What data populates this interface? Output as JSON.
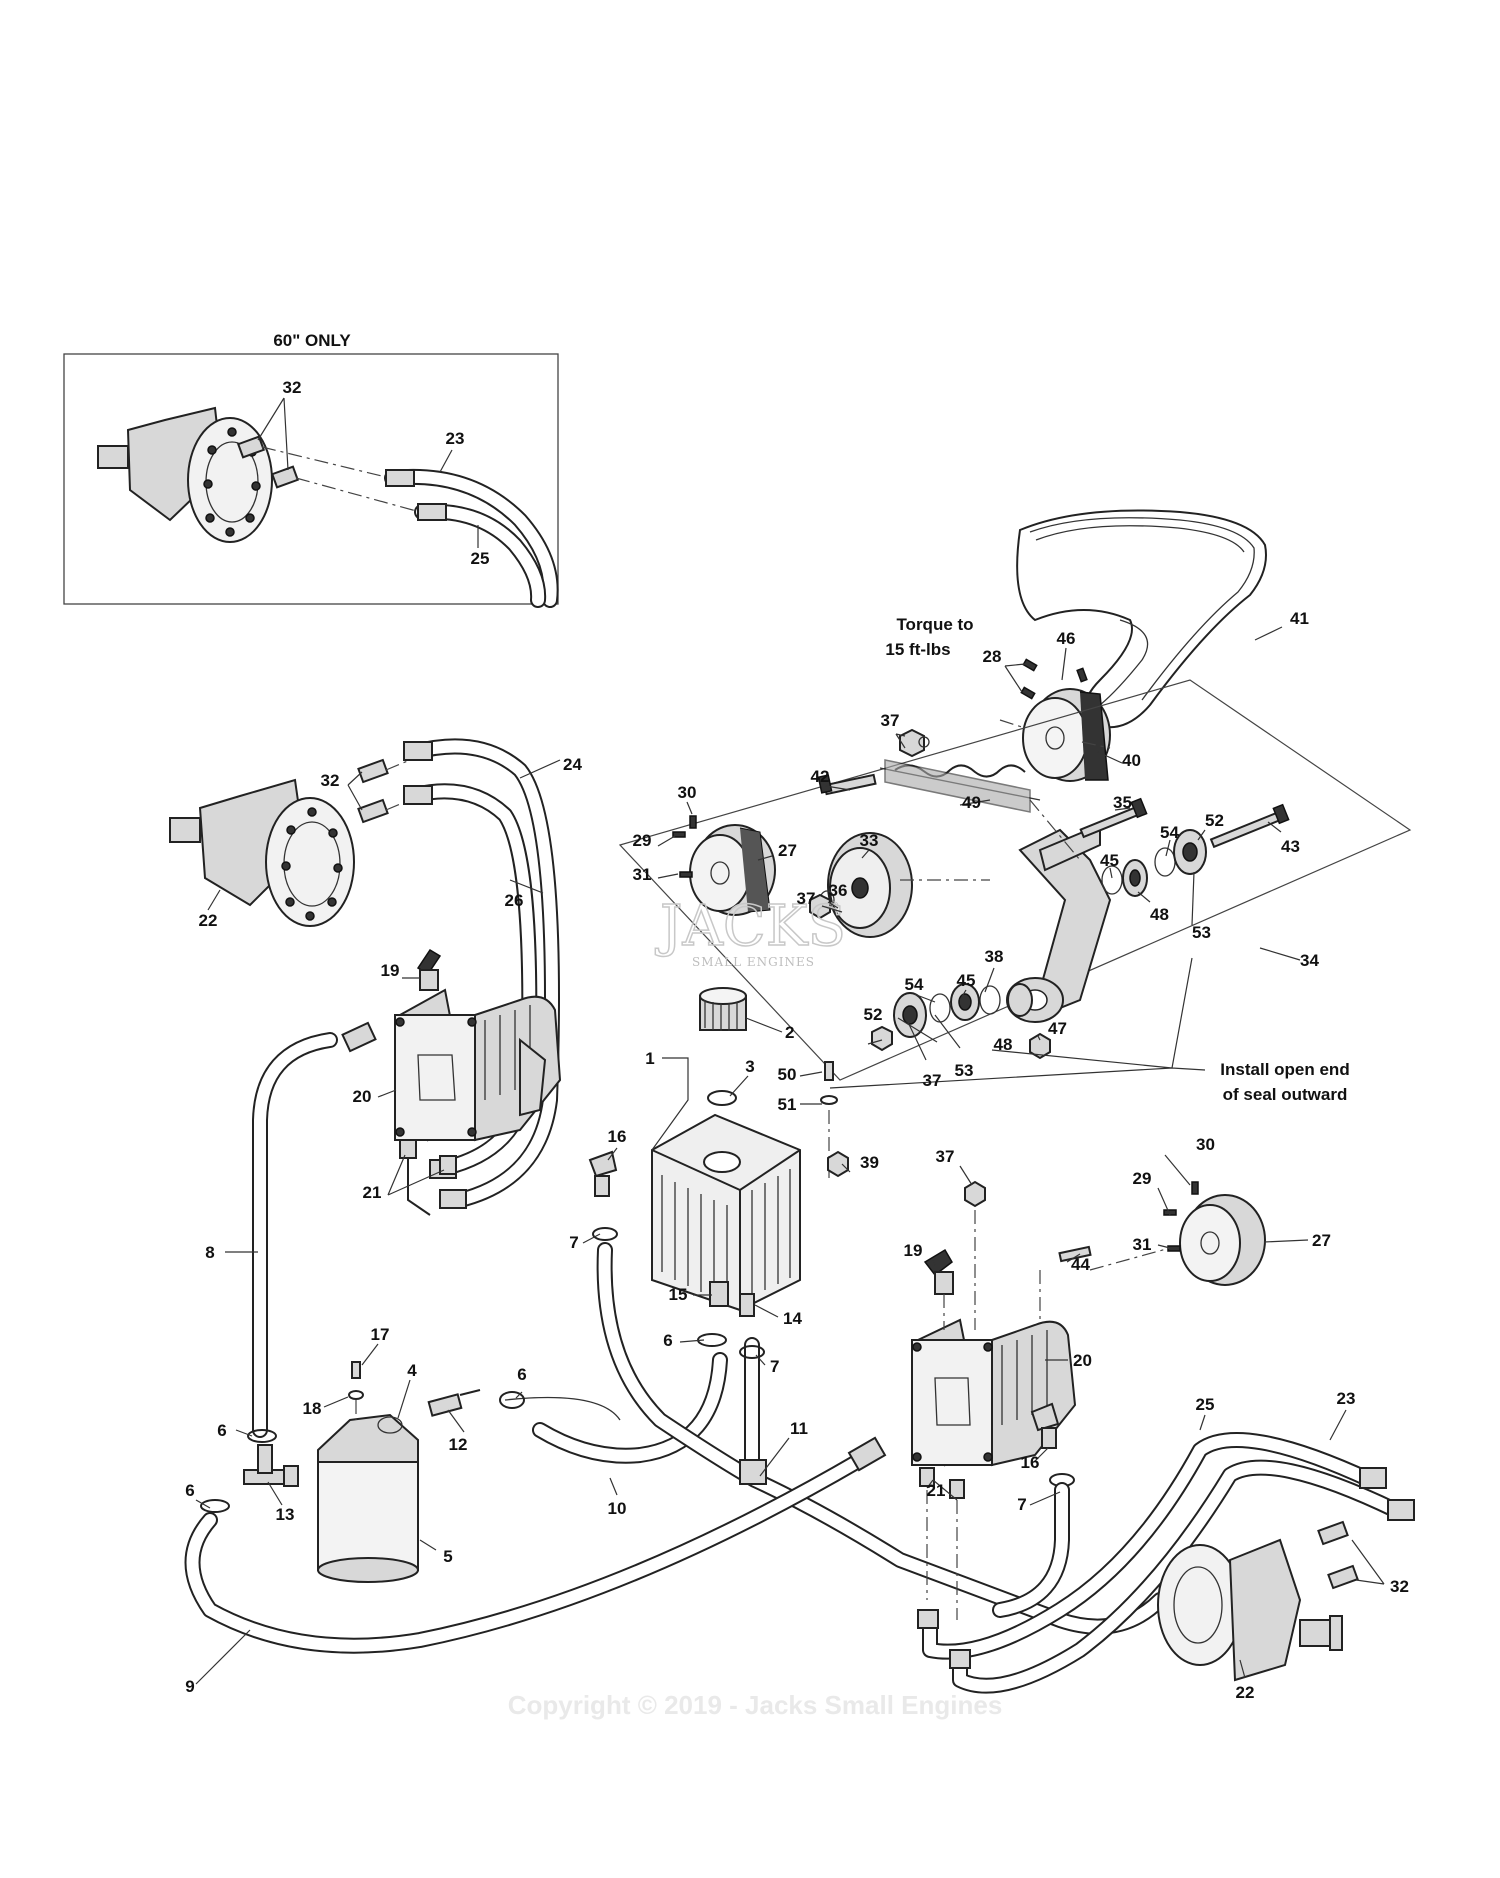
{
  "inset": {
    "title": "60\" ONLY"
  },
  "notes": {
    "torque_line1": "Torque to",
    "torque_line2": "15 ft-lbs",
    "seal_line1": "Install open end",
    "seal_line2": "of seal outward"
  },
  "watermark": {
    "brand": "JACKS",
    "sub": "SMALL ENGINES",
    "mark": "©"
  },
  "copyright": "Copyright © 2019 - Jacks Small Engines",
  "callouts": {
    "i32": "32",
    "i23": "23",
    "i25": "25",
    "n41": "41",
    "n46": "46",
    "n28": "28",
    "n40": "40",
    "n37a": "37",
    "n42": "42",
    "n49": "49",
    "n35": "35",
    "n52a": "52",
    "n43": "43",
    "n54a": "54",
    "n45a": "45",
    "n48a": "48",
    "n53a": "53",
    "n34": "34",
    "n30a": "30",
    "n29a": "29",
    "n27a": "27",
    "n31a": "31",
    "n33": "33",
    "n36": "36",
    "n37b": "37",
    "n38": "38",
    "n45b": "45",
    "n54b": "54",
    "n52b": "52",
    "n48b": "48",
    "n53b": "53",
    "n37c": "37",
    "n47": "47",
    "n24": "24",
    "n32a": "32",
    "n26": "26",
    "n22a": "22",
    "n19a": "19",
    "n2": "2",
    "n1": "1",
    "n3": "3",
    "n50": "50",
    "n51": "51",
    "n20a": "20",
    "n16a": "16",
    "n39": "39",
    "n37d": "37",
    "n30b": "30",
    "n29b": "29",
    "n27b": "27",
    "n31b": "31",
    "n21a": "21",
    "n8": "8",
    "n7a": "7",
    "n19b": "19",
    "n44": "44",
    "n15": "15",
    "n14": "14",
    "n6a": "6",
    "n7b": "7",
    "n20b": "20",
    "n17": "17",
    "n4": "4",
    "n6b": "6",
    "n18": "18",
    "n12": "12",
    "n6c": "6",
    "n11": "11",
    "n25": "25",
    "n23": "23",
    "n16b": "16",
    "n6d": "6",
    "n13": "13",
    "n5": "5",
    "n10": "10",
    "n21b": "21",
    "n7c": "7",
    "n32b": "32",
    "n9": "9",
    "n22b": "22"
  }
}
